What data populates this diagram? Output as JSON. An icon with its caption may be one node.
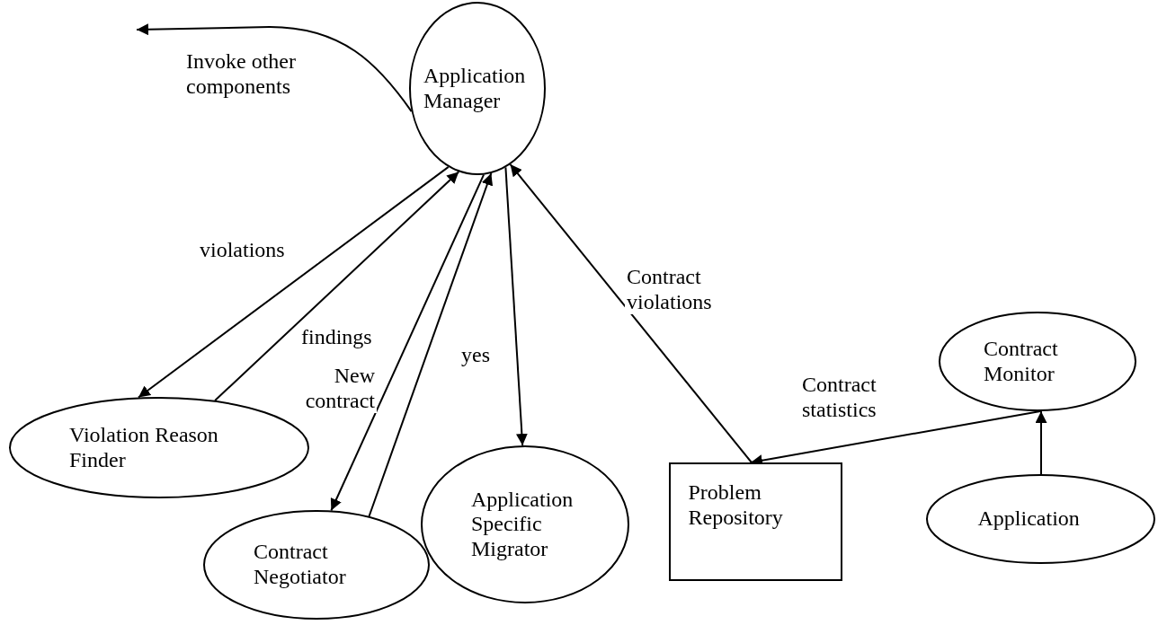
{
  "diagram": {
    "nodes": [
      {
        "text": [
          "Application Manager"
        ]
      },
      {
        "text": [
          "Violation Reason Finder"
        ]
      },
      {
        "text": [
          "Contract Negotiator"
        ]
      },
      {
        "text": [
          "Application Specific Migrator"
        ]
      },
      {
        "text": [
          "Problem Repository"
        ]
      },
      {
        "text": [
          "Contract Monitor"
        ]
      },
      {
        "text": [
          "Application"
        ]
      }
    ],
    "edges": [
      {
        "from": 0,
        "to": null,
        "arrow": "to",
        "label": "Invoke other components"
      },
      {
        "from": 0,
        "to": 1,
        "arrow": "to",
        "label": "violations"
      },
      {
        "from": 1,
        "to": 0,
        "arrow": "to",
        "label": "findings"
      },
      {
        "from": 0,
        "to": 2,
        "arrow": "to",
        "label": "New contract"
      },
      {
        "from": 2,
        "to": 0,
        "arrow": "to",
        "label": "yes"
      },
      {
        "from": 0,
        "to": 3,
        "arrow": "to"
      },
      {
        "from": 4,
        "to": 0,
        "arrow": "to",
        "label": "Contract violations"
      },
      {
        "from": 5,
        "to": 4,
        "arrow": "to",
        "label": "Contract statistics"
      },
      {
        "from": 6,
        "to": 5,
        "arrow": "to"
      }
    ]
  }
}
